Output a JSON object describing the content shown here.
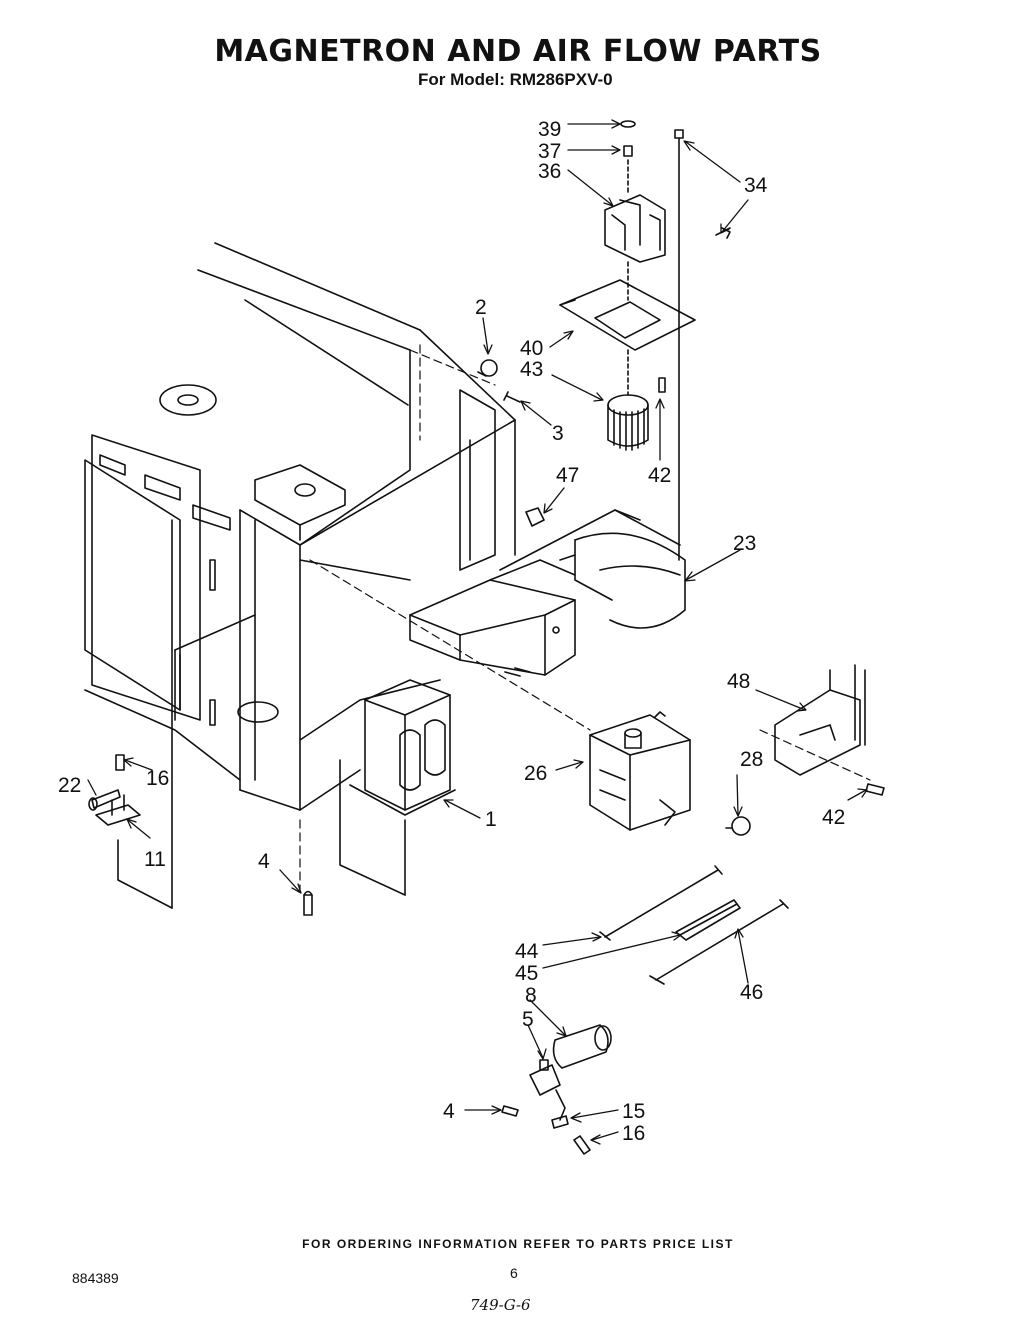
{
  "header": {
    "title": "MAGNETRON AND AIR FLOW PARTS",
    "model_line": "For Model: RM286PXV-0"
  },
  "callouts": [
    {
      "label": "39"
    },
    {
      "label": "37"
    },
    {
      "label": "36"
    },
    {
      "label": "34"
    },
    {
      "label": "2"
    },
    {
      "label": "40"
    },
    {
      "label": "43"
    },
    {
      "label": "3"
    },
    {
      "label": "42"
    },
    {
      "label": "47"
    },
    {
      "label": "23"
    },
    {
      "label": "48"
    },
    {
      "label": "26"
    },
    {
      "label": "28"
    },
    {
      "label": "42"
    },
    {
      "label": "16"
    },
    {
      "label": "22"
    },
    {
      "label": "11"
    },
    {
      "label": "1"
    },
    {
      "label": "4"
    },
    {
      "label": "44"
    },
    {
      "label": "45"
    },
    {
      "label": "46"
    },
    {
      "label": "8"
    },
    {
      "label": "5"
    },
    {
      "label": "4"
    },
    {
      "label": "15"
    },
    {
      "label": "16"
    }
  ],
  "footer": {
    "ordering_note": "FOR ORDERING INFORMATION REFER TO PARTS PRICE LIST",
    "doc_number": "884389",
    "page_number": "6",
    "handwritten_note": "749-G-6"
  }
}
